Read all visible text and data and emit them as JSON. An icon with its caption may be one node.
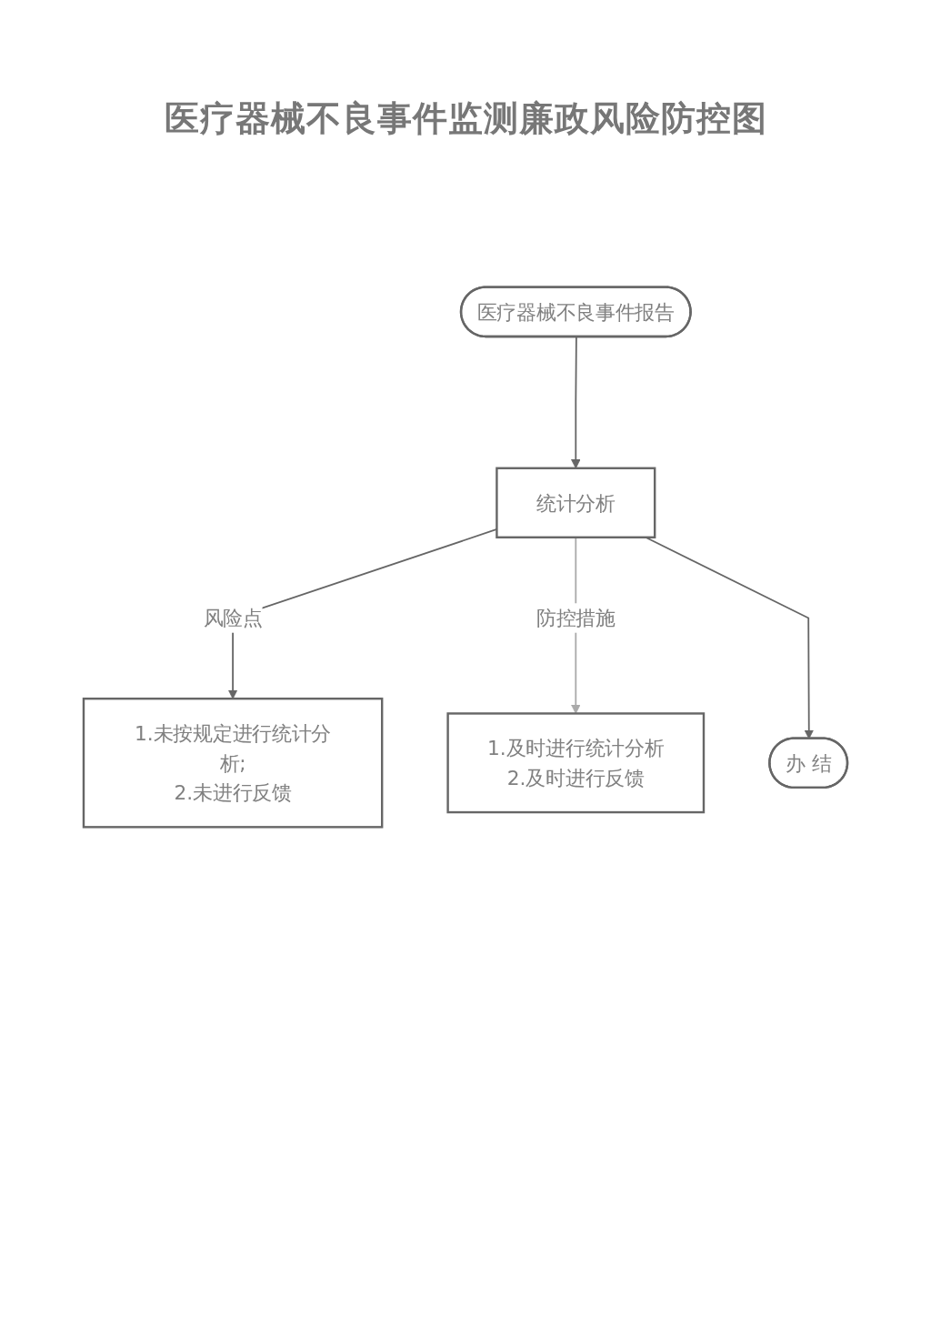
{
  "diagram": {
    "title": "医疗器械不良事件监测廉政风险防控图",
    "nodes": [
      {
        "text": [
          "医疗器械不良事件报告"
        ]
      },
      {
        "text": [
          "1.未按规定进行统计分析;",
          "2.未进行反馈"
        ]
      },
      {
        "text": [
          "统计分析"
        ]
      },
      {
        "text": [
          "1.及时进行统计分析",
          "2.及时进行反馈"
        ]
      },
      {
        "text": [
          "办 结"
        ]
      }
    ],
    "edges": [
      {
        "from": 0,
        "to": 2,
        "arrow": "to"
      },
      {
        "from": 2,
        "to": 1,
        "arrow": "to",
        "label": "风险点"
      },
      {
        "from": 2,
        "to": 3,
        "arrow": "to",
        "label": "防控措施",
        "color": "#aaaaaa"
      },
      {
        "from": 2,
        "to": 4,
        "arrow": "to"
      }
    ]
  }
}
